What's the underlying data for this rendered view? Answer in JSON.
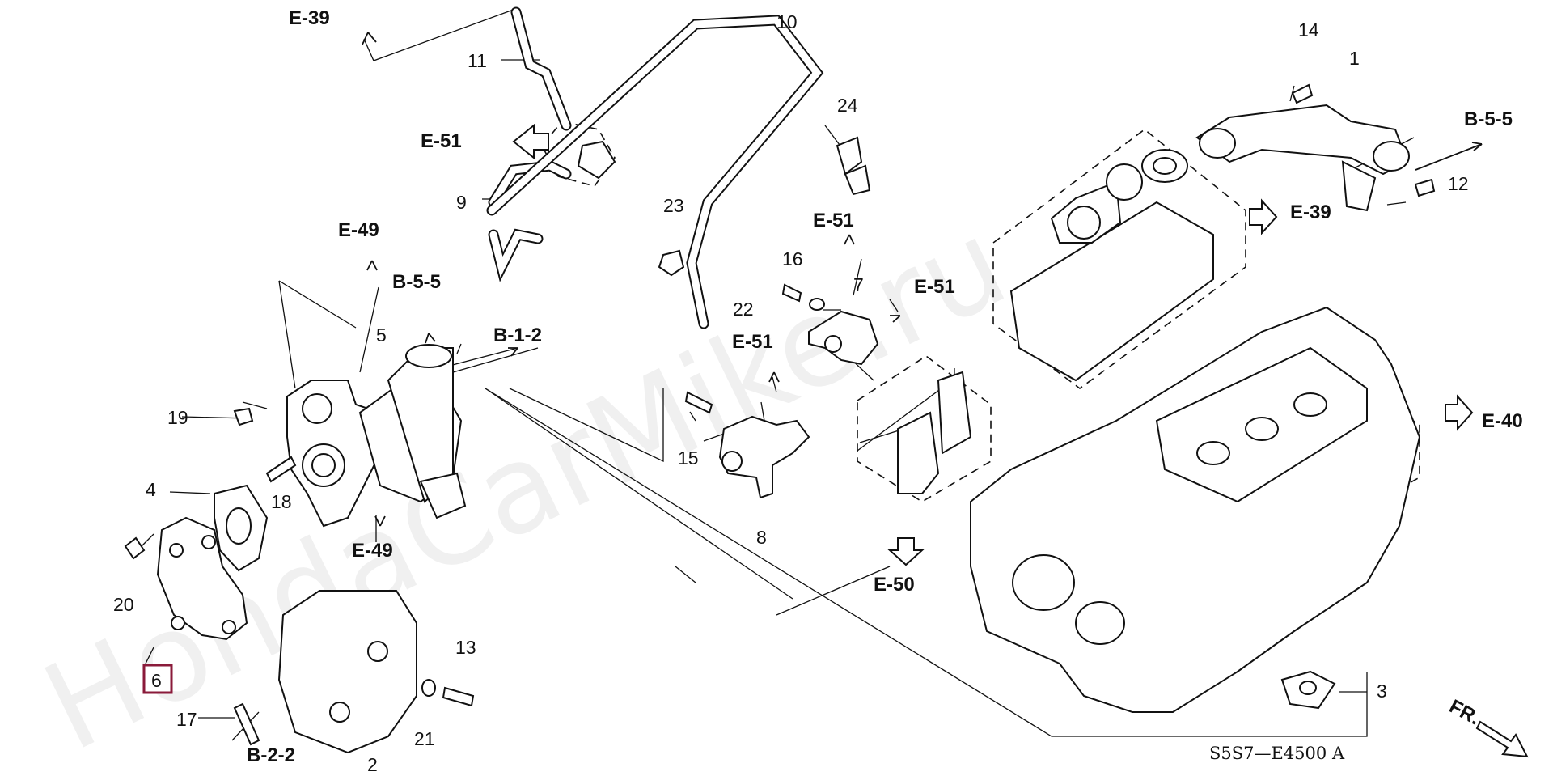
{
  "diagram": {
    "watermark": "HondaCarMike.ru",
    "diagram_code": "S5S7—E4500 A",
    "front_marker": "FR.",
    "highlighted_part": "6",
    "part_numbers": [
      "1",
      "2",
      "3",
      "4",
      "5",
      "6",
      "7",
      "8",
      "9",
      "10",
      "11",
      "12",
      "13",
      "14",
      "15",
      "16",
      "17",
      "18",
      "19",
      "20",
      "21",
      "22",
      "23",
      "24"
    ],
    "references": {
      "e39_top": "E-39",
      "e51_left": "E-51",
      "e49_top": "E-49",
      "b55_mid": "B-5-5",
      "b12": "B-1-2",
      "e51_mid_top": "E-51",
      "e51_mid_right": "E-51",
      "e51_valve": "E-51",
      "e49_bottom": "E-49",
      "e50": "E-50",
      "b22": "B-2-2",
      "b55_right": "B-5-5",
      "e39_right": "E-39",
      "e40": "E-40"
    }
  }
}
